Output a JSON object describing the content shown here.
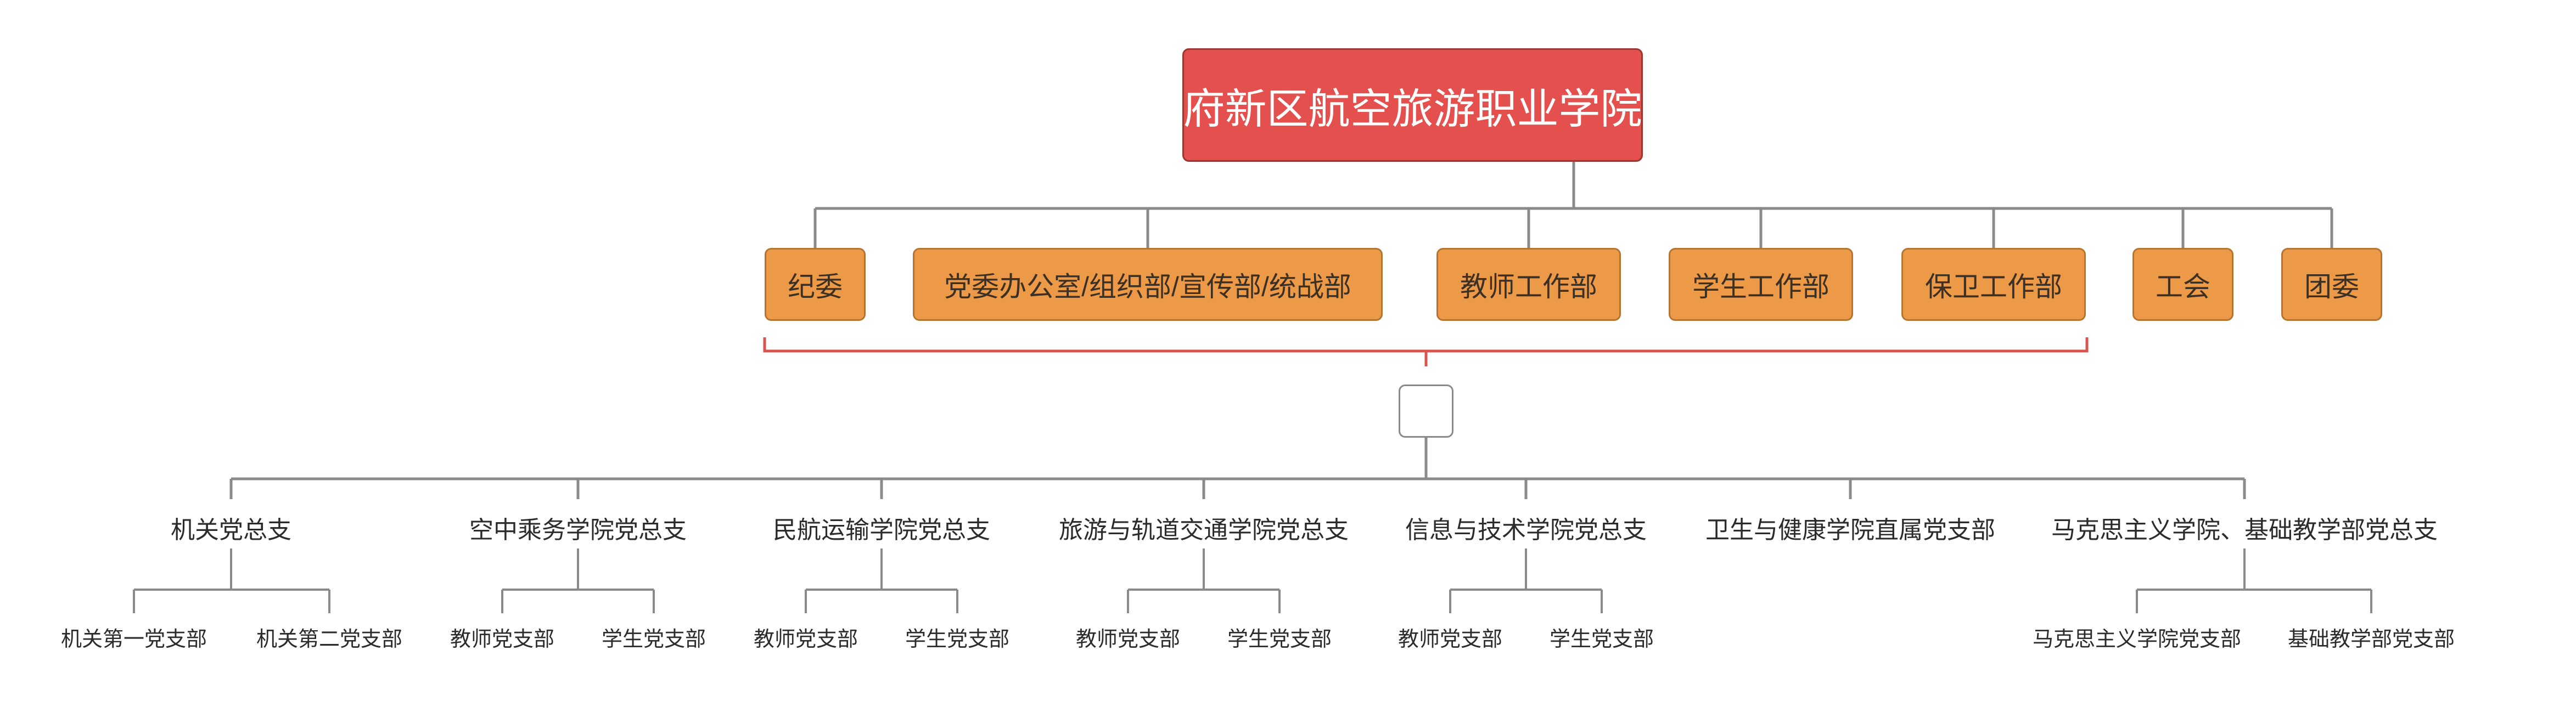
{
  "root": {
    "label": "中共天府新区航空旅游职业学院委员会"
  },
  "departments": [
    {
      "label": "纪委"
    },
    {
      "label": "党委办公室/组织部/宣传部/统战部"
    },
    {
      "label": "教师工作部"
    },
    {
      "label": "学生工作部"
    },
    {
      "label": "保卫工作部"
    },
    {
      "label": "工会"
    },
    {
      "label": "团委"
    }
  ],
  "hub": {
    "label": ""
  },
  "branches": [
    {
      "label": "机关党总支",
      "children": [
        {
          "label": "机关第一党支部"
        },
        {
          "label": "机关第二党支部"
        }
      ]
    },
    {
      "label": "空中乘务学院党总支",
      "children": [
        {
          "label": "教师党支部"
        },
        {
          "label": "学生党支部"
        }
      ]
    },
    {
      "label": "民航运输学院党总支",
      "children": [
        {
          "label": "教师党支部"
        },
        {
          "label": "学生党支部"
        }
      ]
    },
    {
      "label": "旅游与轨道交通学院党总支",
      "children": [
        {
          "label": "教师党支部"
        },
        {
          "label": "学生党支部"
        }
      ]
    },
    {
      "label": "信息与技术学院党总支",
      "children": [
        {
          "label": "教师党支部"
        },
        {
          "label": "学生党支部"
        }
      ]
    },
    {
      "label": "卫生与健康学院直属党支部",
      "children": []
    },
    {
      "label": "马克思主义学院、基础教学部党总支",
      "children": [
        {
          "label": "马克思主义学院党支部"
        },
        {
          "label": "基础教学部党支部"
        }
      ]
    }
  ],
  "colors": {
    "root_fill": "#e4504d",
    "department_fill": "#ec9a47",
    "bracket": "#d9534f",
    "connector": "#8a8a8a"
  }
}
